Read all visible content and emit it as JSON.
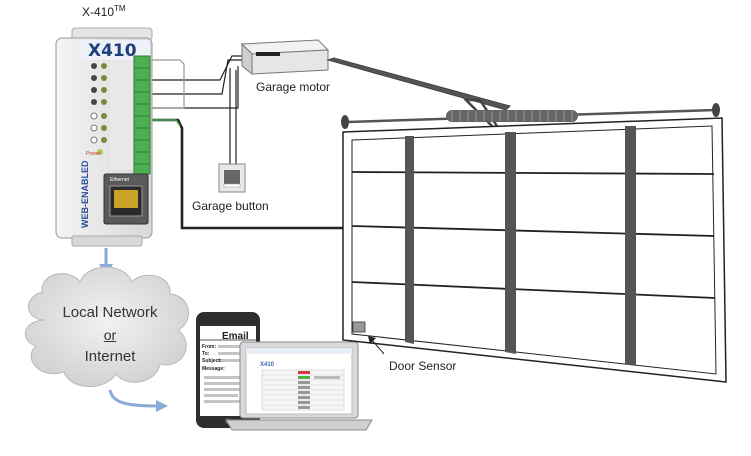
{
  "device": {
    "model": "X-410",
    "trademark": "TM",
    "logo": "X410",
    "side_text": "WEB-ENABLED",
    "port_label": "Ethernet",
    "power_label": "Power"
  },
  "labels": {
    "garage_motor": "Garage motor",
    "garage_button": "Garage button",
    "door_sensor": "Door Sensor"
  },
  "network": {
    "line1": "Local Network",
    "line2": "or",
    "line3": "Internet"
  },
  "phone": {
    "title": "Email",
    "fields": [
      "From:",
      "To:",
      "Subject:",
      "Message:"
    ]
  },
  "colors": {
    "arrow": "#8aaad8",
    "terminal": "#4caf50",
    "wire": "#222222",
    "cloud": "#dcdcdc"
  }
}
